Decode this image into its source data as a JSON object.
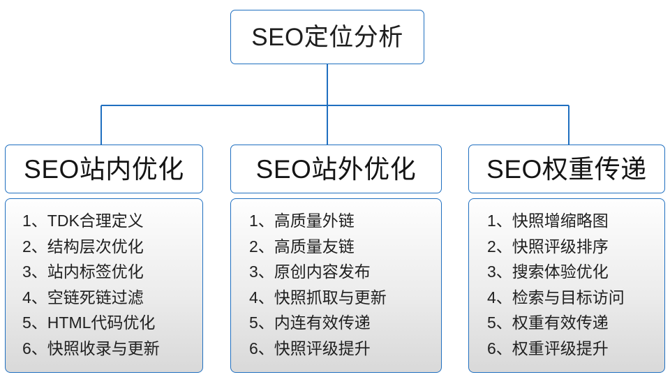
{
  "diagram": {
    "type": "org-tree",
    "root": {
      "label": "SEO定位分析"
    },
    "connector_color": "#1f6fc0",
    "box_border_color": "#1f6fc0",
    "branches": [
      {
        "title": "SEO站内优化",
        "items": [
          "1、TDK合理定义",
          "2、结构层次优化",
          "3、站内标签优化",
          "4、空链死链过滤",
          "5、HTML代码优化",
          "6、快照收录与更新"
        ]
      },
      {
        "title": "SEO站外优化",
        "items": [
          "1、高质量外链",
          "2、高质量友链",
          "3、原创内容发布",
          "4、快照抓取与更新",
          "5、内连有效传递",
          "6、快照评级提升"
        ]
      },
      {
        "title": "SEO权重传递",
        "items": [
          "1、快照增缩略图",
          "2、快照评级排序",
          "3、搜索体验优化",
          "4、检索与目标访问",
          "5、权重有效传递",
          "6、权重评级提升"
        ]
      }
    ]
  }
}
